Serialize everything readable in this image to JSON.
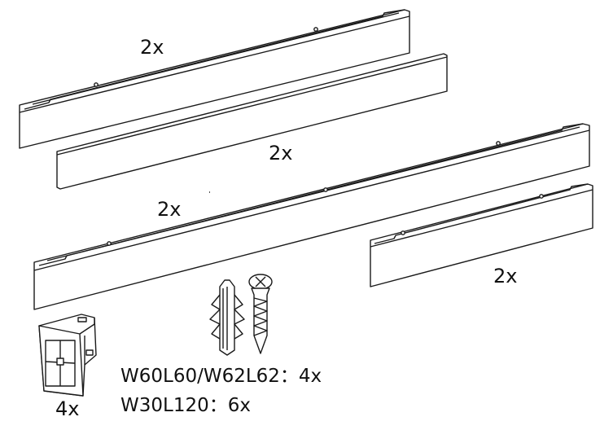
{
  "parts": {
    "rail_a": {
      "quantity": "2x"
    },
    "rail_b": {
      "quantity": "2x"
    },
    "rail_c": {
      "quantity": "2x"
    },
    "rail_d": {
      "quantity": "2x"
    },
    "end_cap": {
      "quantity": "4x"
    }
  },
  "fixings": {
    "line_1": "W60L60/W62L62：4x",
    "line_2": "W30L120：6x"
  },
  "colors": {
    "stroke": "#1a1a1a",
    "fill": "#ffffff",
    "text": "#111111"
  }
}
